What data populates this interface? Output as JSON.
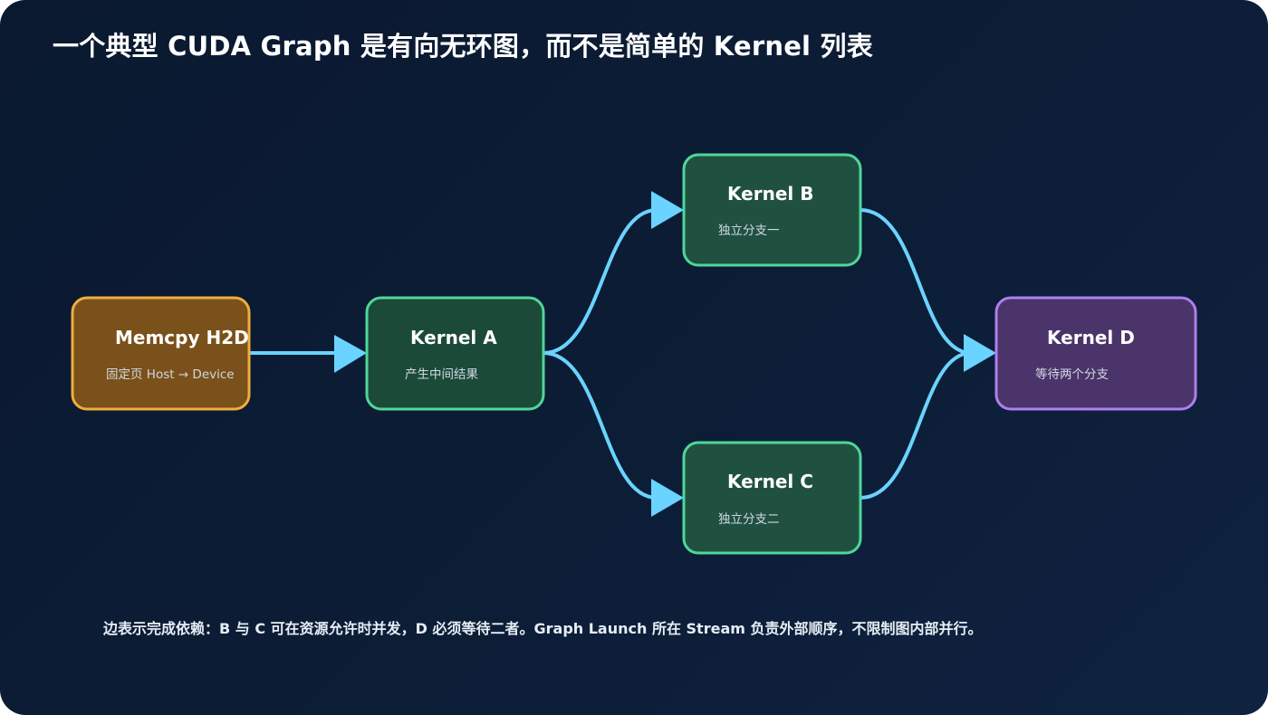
{
  "title": "一个典型 CUDA Graph 是有向无环图，而不是简单的 Kernel 列表",
  "caption": "边表示完成依赖：B 与 C 可在资源允许时并发，D 必须等待二者。Graph Launch 所在 Stream 负责外部顺序，不限制图内部并行。",
  "colors": {
    "edge": "#6ad3ff",
    "memcpy_fill": "#7a511a",
    "memcpy_stroke": "#f1ad3c",
    "kernel_fill": "#1b4a39",
    "kernel_fill_light": "#205140",
    "kernel_stroke": "#4fd69a",
    "kernel_d_fill": "#4b3469",
    "kernel_d_stroke": "#b07ef0"
  },
  "nodes": {
    "memcpy": {
      "title": "Memcpy H2D",
      "subtitle": "固定页 Host → Device"
    },
    "kernel_a": {
      "title": "Kernel A",
      "subtitle": "产生中间结果"
    },
    "kernel_b": {
      "title": "Kernel B",
      "subtitle": "独立分支一"
    },
    "kernel_c": {
      "title": "Kernel C",
      "subtitle": "独立分支二"
    },
    "kernel_d": {
      "title": "Kernel D",
      "subtitle": "等待两个分支"
    }
  },
  "edges": [
    {
      "from": "memcpy",
      "to": "kernel_a"
    },
    {
      "from": "kernel_a",
      "to": "kernel_b"
    },
    {
      "from": "kernel_a",
      "to": "kernel_c"
    },
    {
      "from": "kernel_b",
      "to": "kernel_d"
    },
    {
      "from": "kernel_c",
      "to": "kernel_d"
    }
  ]
}
